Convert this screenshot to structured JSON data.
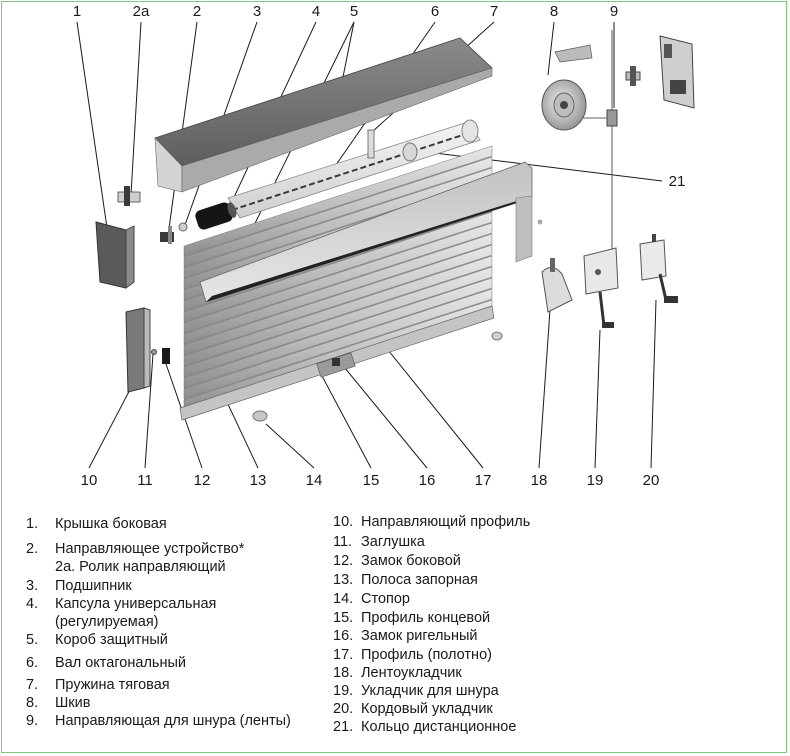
{
  "callouts": {
    "c1": "1",
    "c2a": "2a",
    "c2": "2",
    "c3": "3",
    "c4": "4",
    "c5": "5",
    "c6": "6",
    "c7": "7",
    "c8": "8",
    "c9": "9",
    "c10": "10",
    "c11": "11",
    "c12": "12",
    "c13": "13",
    "c14": "14",
    "c15": "15",
    "c16": "16",
    "c17": "17",
    "c18": "18",
    "c19": "19",
    "c20": "20",
    "c21": "21"
  },
  "legend": {
    "left": [
      {
        "num": "1.",
        "text": "Крышка боковая"
      },
      {
        "num": "2.",
        "text": "Направляющее устройство*"
      },
      {
        "num": "",
        "text": "2а. Ролик направляющий"
      },
      {
        "num": "3.",
        "text": "Подшипник"
      },
      {
        "num": "4.",
        "text": "Капсула универсальная"
      },
      {
        "num": "",
        "text": "(регулируемая)"
      },
      {
        "num": "5.",
        "text": "Короб защитный"
      },
      {
        "num": "6.",
        "text": "Вал октагональный"
      },
      {
        "num": "7.",
        "text": "Пружина тяговая"
      },
      {
        "num": "8.",
        "text": "Шкив"
      },
      {
        "num": "9.",
        "text": "Направляющая для шнура (ленты)"
      }
    ],
    "right": [
      {
        "num": "10.",
        "text": "Направляющий профиль"
      },
      {
        "num": "11.",
        "text": "Заглушка"
      },
      {
        "num": "12.",
        "text": "Замок боковой"
      },
      {
        "num": "13.",
        "text": "Полоса запорная"
      },
      {
        "num": "14.",
        "text": "Стопор"
      },
      {
        "num": "15.",
        "text": "Профиль концевой"
      },
      {
        "num": "16.",
        "text": "Замок ригельный"
      },
      {
        "num": "17.",
        "text": "Профиль (полотно)"
      },
      {
        "num": "18.",
        "text": "Лентоукладчик"
      },
      {
        "num": "19.",
        "text": "Укладчик для шнура"
      },
      {
        "num": "20.",
        "text": "Кордовый укладчик"
      },
      {
        "num": "21.",
        "text": "Кольцо дистанционное"
      }
    ]
  },
  "colors": {
    "frame": "#7fc97f",
    "metal": "#c8c8c8",
    "dark": "#2a2a2a"
  }
}
